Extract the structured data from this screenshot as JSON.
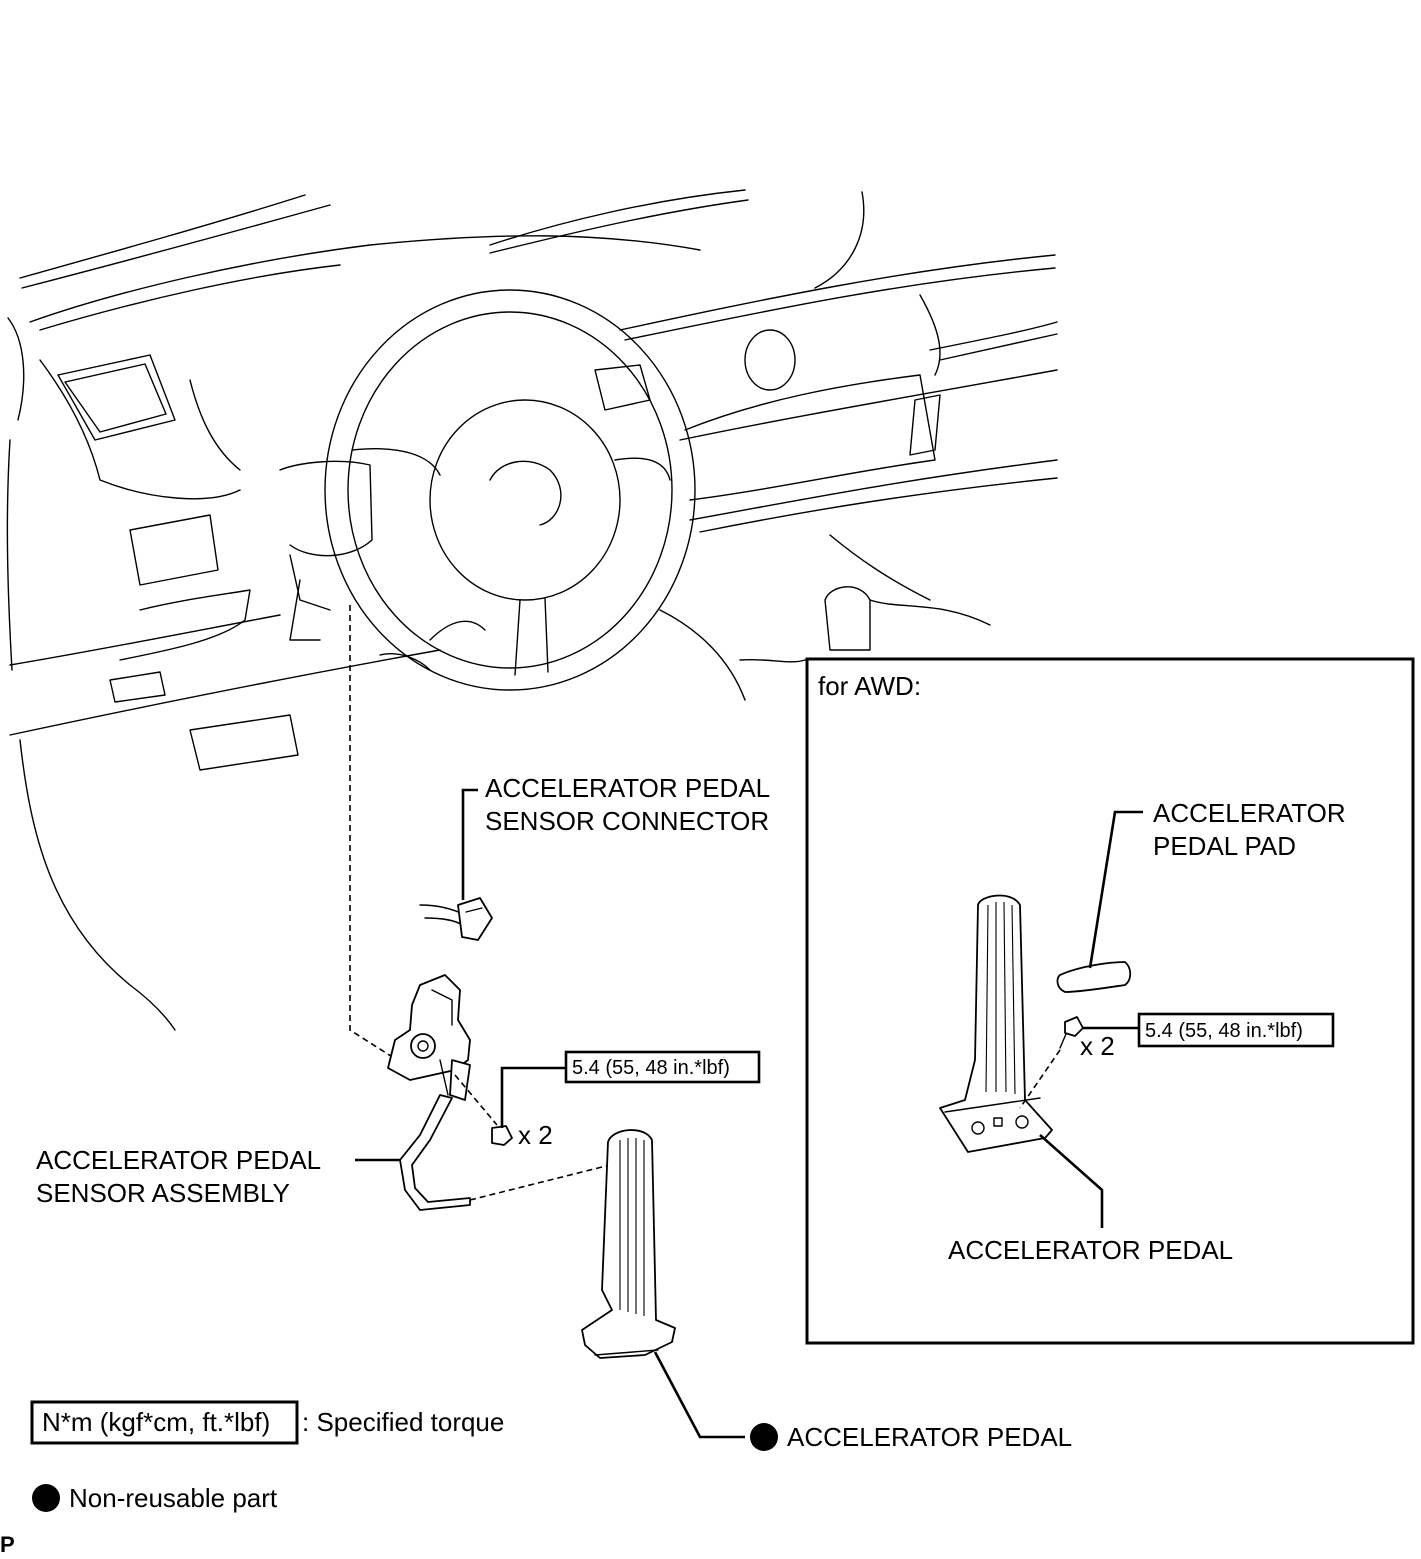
{
  "labels": {
    "sensor_connector": [
      "ACCELERATOR PEDAL",
      "SENSOR CONNECTOR"
    ],
    "sensor_assembly": [
      "ACCELERATOR PEDAL",
      "SENSOR ASSEMBLY"
    ],
    "pedal_main": "ACCELERATOR PEDAL",
    "awd_title": "for AWD:",
    "pedal_pad": [
      "ACCELERATOR",
      "PEDAL PAD"
    ],
    "pedal_awd": "ACCELERATOR PEDAL"
  },
  "torque": {
    "main_value": "5.4 (55, 48 in.*lbf)",
    "main_qty": "x 2",
    "awd_value": "5.4 (55, 48 in.*lbf)",
    "awd_qty": "x 2"
  },
  "legend": {
    "torque_units": "N*m (kgf*cm, ft.*lbf)",
    "torque_desc": ": Specified torque",
    "nonreusable": "Non-reusable part"
  },
  "corner_mark": "P"
}
